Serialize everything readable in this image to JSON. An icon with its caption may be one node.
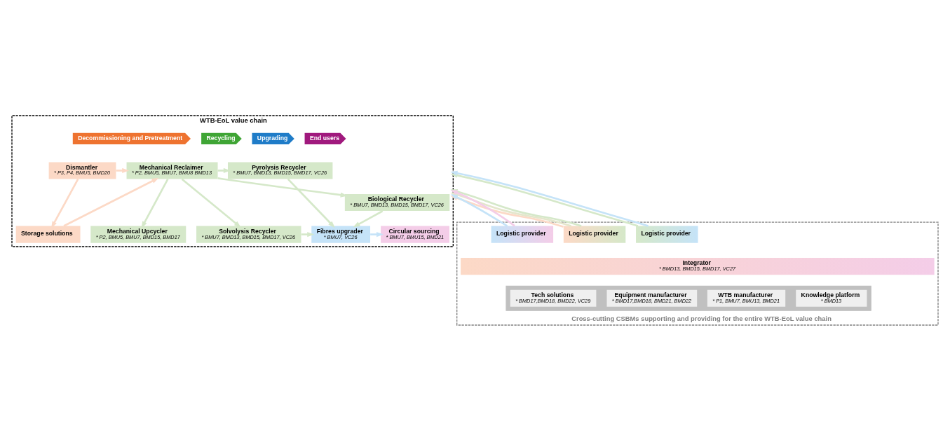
{
  "diagram": {
    "nodes": [
      {
        "text": [
          "WTB-EoL value chain"
        ]
      },
      {
        "text": [
          "Decommissioning and Pretreatment"
        ],
        "in": 0
      },
      {
        "text": [
          "Recycling"
        ],
        "in": 0
      },
      {
        "text": [
          "Upgrading"
        ],
        "in": 0
      },
      {
        "text": [
          "End users"
        ],
        "in": 0
      },
      {
        "text": [
          "Dismantler",
          "* P3, P4, BMU5, BMD20"
        ],
        "in": 0
      },
      {
        "text": [
          "Storage solutions"
        ],
        "in": 0
      },
      {
        "text": [
          "Mechanical Reclaimer",
          "* P2, BMU5, BMU7, BMU8 BMD13"
        ],
        "in": 0
      },
      {
        "text": [
          "Mechanical Upcycler",
          "* P2, BMU5, BMU7, BMD15, BMD17"
        ],
        "in": 0
      },
      {
        "text": [
          "Pyrolysis Recycler",
          "* BMU7, BMD13, BMD15, BMD17, VC26"
        ],
        "in": 0
      },
      {
        "text": [
          "Solvolysis Recycler",
          "* BMU7, BMD13, BMD15, BMD17, VC26"
        ],
        "in": 0
      },
      {
        "text": [
          "Biological Recycler",
          "* BMU7, BMD13, BMD15, BMD17, VC26"
        ],
        "in": 0
      },
      {
        "text": [
          "Fibres upgrader",
          "* BMU7, VC26"
        ],
        "in": 0
      },
      {
        "text": [
          "Circular sourcing",
          "* BMU7, BMU15, BMD21"
        ],
        "in": 0
      },
      {
        "text": [
          "Cross-cutting CSBMs supporting and providing for the entire WTB-EoL value chain"
        ]
      },
      {
        "text": [
          "Logistic provider"
        ],
        "in": 14
      },
      {
        "text": [
          "Logistic provider"
        ],
        "in": 14
      },
      {
        "text": [
          "Logistic provider"
        ],
        "in": 14
      },
      {
        "text": [
          "Integrator",
          "* BMD13, BMD15, BMD17, VC27"
        ],
        "in": 14
      },
      {
        "text": [],
        "shape": "arrow",
        "in": 14
      },
      {
        "text": [
          "Tech solutions",
          "* BMD17,BMD18, BMD22, VC29"
        ],
        "in": 19
      },
      {
        "text": [
          "Equipment manufacturer",
          "* BMD17,BMD18, BMD21, BMD22"
        ],
        "in": 19
      },
      {
        "text": [
          "WTB manufacturer",
          "* P1, BMU7, BMU13, BMD21"
        ],
        "in": 19
      },
      {
        "text": [
          "Knowledge platform",
          "* BMD13"
        ],
        "in": 19
      }
    ],
    "edges": [
      {
        "from": 5,
        "to": 6,
        "arrow": "to",
        "color": "#fcd9c6"
      },
      {
        "from": 5,
        "to": 7,
        "arrow": "to",
        "color": "#fcd9c6"
      },
      {
        "from": 6,
        "to": 7,
        "arrow": "to",
        "color": "#fcd9c6"
      },
      {
        "from": 7,
        "to": 8,
        "arrow": "to"
      },
      {
        "from": 7,
        "to": 9,
        "arrow": "to"
      },
      {
        "from": 7,
        "to": 10,
        "arrow": "to"
      },
      {
        "from": 7,
        "to": 11,
        "arrow": "to"
      },
      {
        "from": 9,
        "to": 12,
        "arrow": "to"
      },
      {
        "from": 10,
        "to": 12,
        "arrow": "to"
      },
      {
        "from": 11,
        "to": 12,
        "arrow": "to"
      },
      {
        "from": 12,
        "to": 13,
        "arrow": "to",
        "color": "#c5e3f8"
      },
      {
        "from": 15,
        "to": 0,
        "arrow": "to",
        "color": "#fcd9c6"
      },
      {
        "from": 15,
        "to": 0,
        "arrow": "to",
        "color": "#e4e6cc"
      },
      {
        "from": 15,
        "to": 0,
        "arrow": "to"
      },
      {
        "from": 16,
        "to": 0,
        "arrow": "to"
      },
      {
        "from": 16,
        "to": 0,
        "arrow": "to",
        "color": "#c5e3f8"
      },
      {
        "from": 17,
        "to": 0,
        "arrow": "to",
        "color": "#c5e3f8"
      },
      {
        "from": 17,
        "to": 0,
        "arrow": "to",
        "color": "#f4cde8"
      }
    ]
  }
}
